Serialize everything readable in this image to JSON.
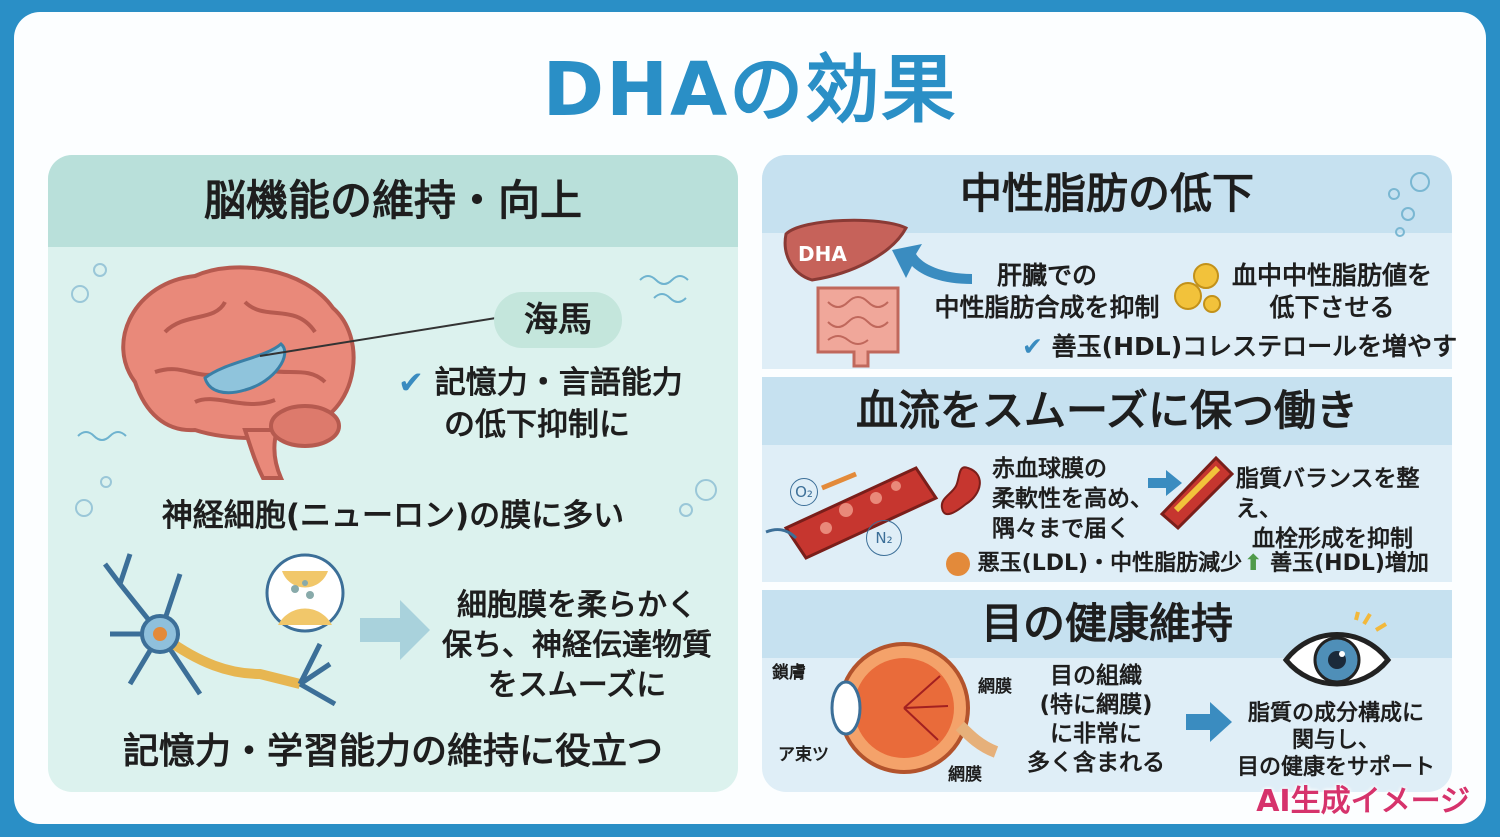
{
  "title": "DHAの効果",
  "left": {
    "heading": "脳機能の維持・向上",
    "badge": "海馬",
    "check_text": [
      "記憶力・言語能力",
      "の低下抑制に"
    ],
    "neuron_text": "神経細胞(ニューロン)の膜に多い",
    "membrane_text": [
      "細胞膜を柔らかく",
      "保ち、神経伝達物質",
      "をスムーズに"
    ],
    "footer": "記憶力・学習能力の維持に役立つ"
  },
  "fat": {
    "heading": "中性脂肪の低下",
    "liver_label": "DHA",
    "liver_text": [
      "肝臓での",
      "中性脂肪合成を抑制"
    ],
    "blood_text": [
      "血中中性脂肪値を",
      "低下させる"
    ],
    "hdl_text": "善玉(HDL)コレステロールを増やす"
  },
  "blood": {
    "heading": "血流をスムーズに保つ働き",
    "o2_label": "O₂",
    "no2_label": "N₂",
    "rbc_text": [
      "赤血球膜の",
      "柔軟性を高め、",
      "隅々まで届く"
    ],
    "lipid_text": [
      "脂質バランスを整え、",
      "血栓形成を抑制"
    ],
    "ldl_text": "悪玉(LDL)・中性脂肪減少",
    "hdl_text": "善玉(HDL)増加"
  },
  "eye": {
    "heading": "目の健康維持",
    "label_top": "鎖膚",
    "label_bottom": "ア束ツ",
    "label_retina_1": "網膜",
    "label_retina_2": "網膜",
    "tissue_text": [
      "目の組織",
      "(特に網膜)",
      "に非常に",
      "多く含まれる"
    ],
    "support_text": [
      "脂質の成分構成に",
      "関与し、",
      "目の健康をサポート"
    ]
  },
  "watermark": "AI生成イメージ",
  "colors": {
    "frame": "#2a8fc6",
    "title": "#2a8fc6",
    "check": "#3a8cc0",
    "brain": "#e9897a",
    "watermark": "#d6336c"
  }
}
